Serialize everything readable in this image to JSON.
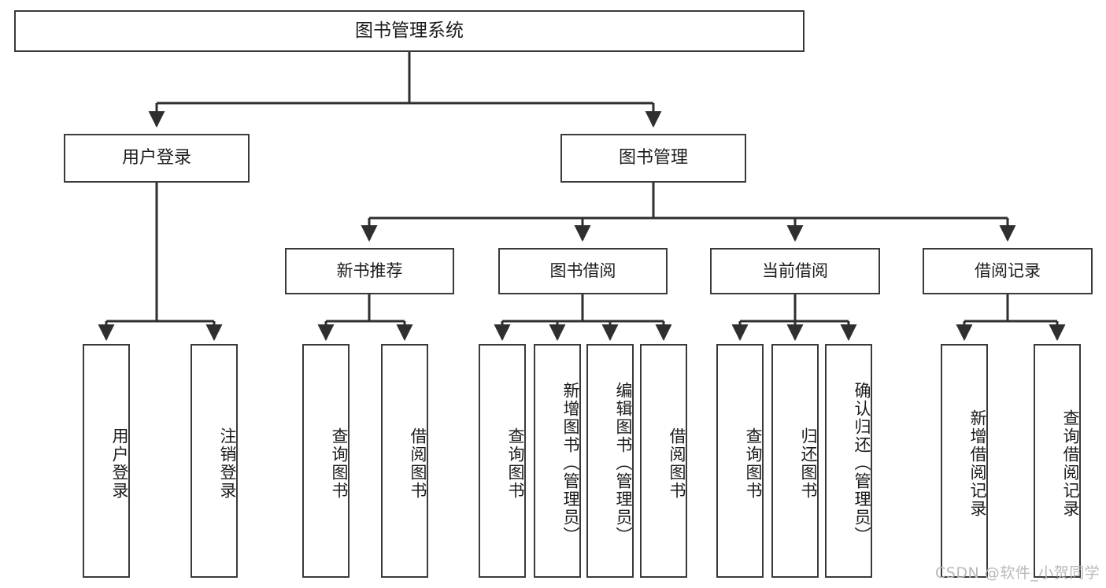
{
  "diagram": {
    "title": "图书管理系统",
    "root": {
      "label": "图书管理系统"
    },
    "level2": [
      {
        "label": "用户登录"
      },
      {
        "label": "图书管理"
      }
    ],
    "level3": [
      {
        "label": "新书推荐"
      },
      {
        "label": "图书借阅"
      },
      {
        "label": "当前借阅"
      },
      {
        "label": "借阅记录"
      }
    ],
    "leaves": {
      "user_login": [
        {
          "label": "用户登录"
        },
        {
          "label": "注销登录"
        }
      ],
      "new_book_recommend": [
        {
          "label": "查询图书"
        },
        {
          "label": "借阅图书"
        }
      ],
      "book_borrow": [
        {
          "label": "查询图书"
        },
        {
          "label": "新增图书（管理员）"
        },
        {
          "label": "编辑图书（管理员）"
        },
        {
          "label": "借阅图书"
        }
      ],
      "current_borrow": [
        {
          "label": "查询图书"
        },
        {
          "label": "归还图书"
        },
        {
          "label": "确认归还（管理员）"
        }
      ],
      "borrow_record": [
        {
          "label": "新增借阅记录"
        },
        {
          "label": "查询借阅记录"
        }
      ]
    }
  },
  "watermark": {
    "text": "CSDN @软件_小贺同学"
  },
  "colors": {
    "box_border": "#3a3a3a",
    "box_fill": "#ffffff",
    "connector": "#2f2f2f",
    "text": "#1b1b1b",
    "watermark": "#b9b9b9"
  }
}
